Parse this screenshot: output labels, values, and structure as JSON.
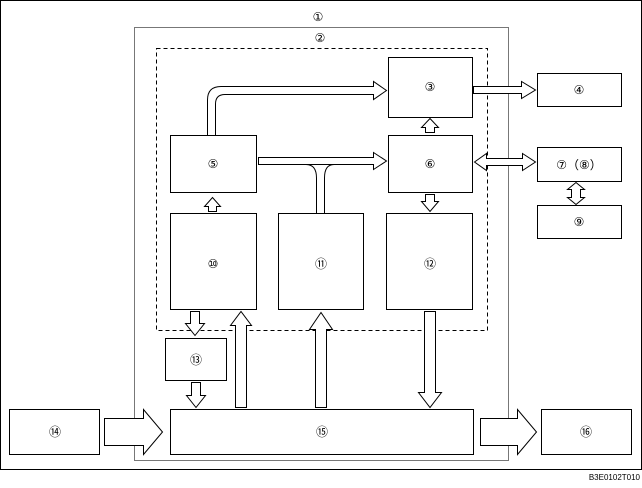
{
  "diagram": {
    "labels": {
      "n1": "①",
      "n2": "②",
      "n3": "③",
      "n4": "④",
      "n5": "⑤",
      "n6": "⑥",
      "n7_8": "⑦（⑧）",
      "n9": "⑨",
      "n10": "⑩",
      "n11": "⑪",
      "n12": "⑫",
      "n13": "⑬",
      "n14": "⑭",
      "n15": "⑮",
      "n16": "⑯"
    },
    "figure_code": "B3E0102T010"
  }
}
